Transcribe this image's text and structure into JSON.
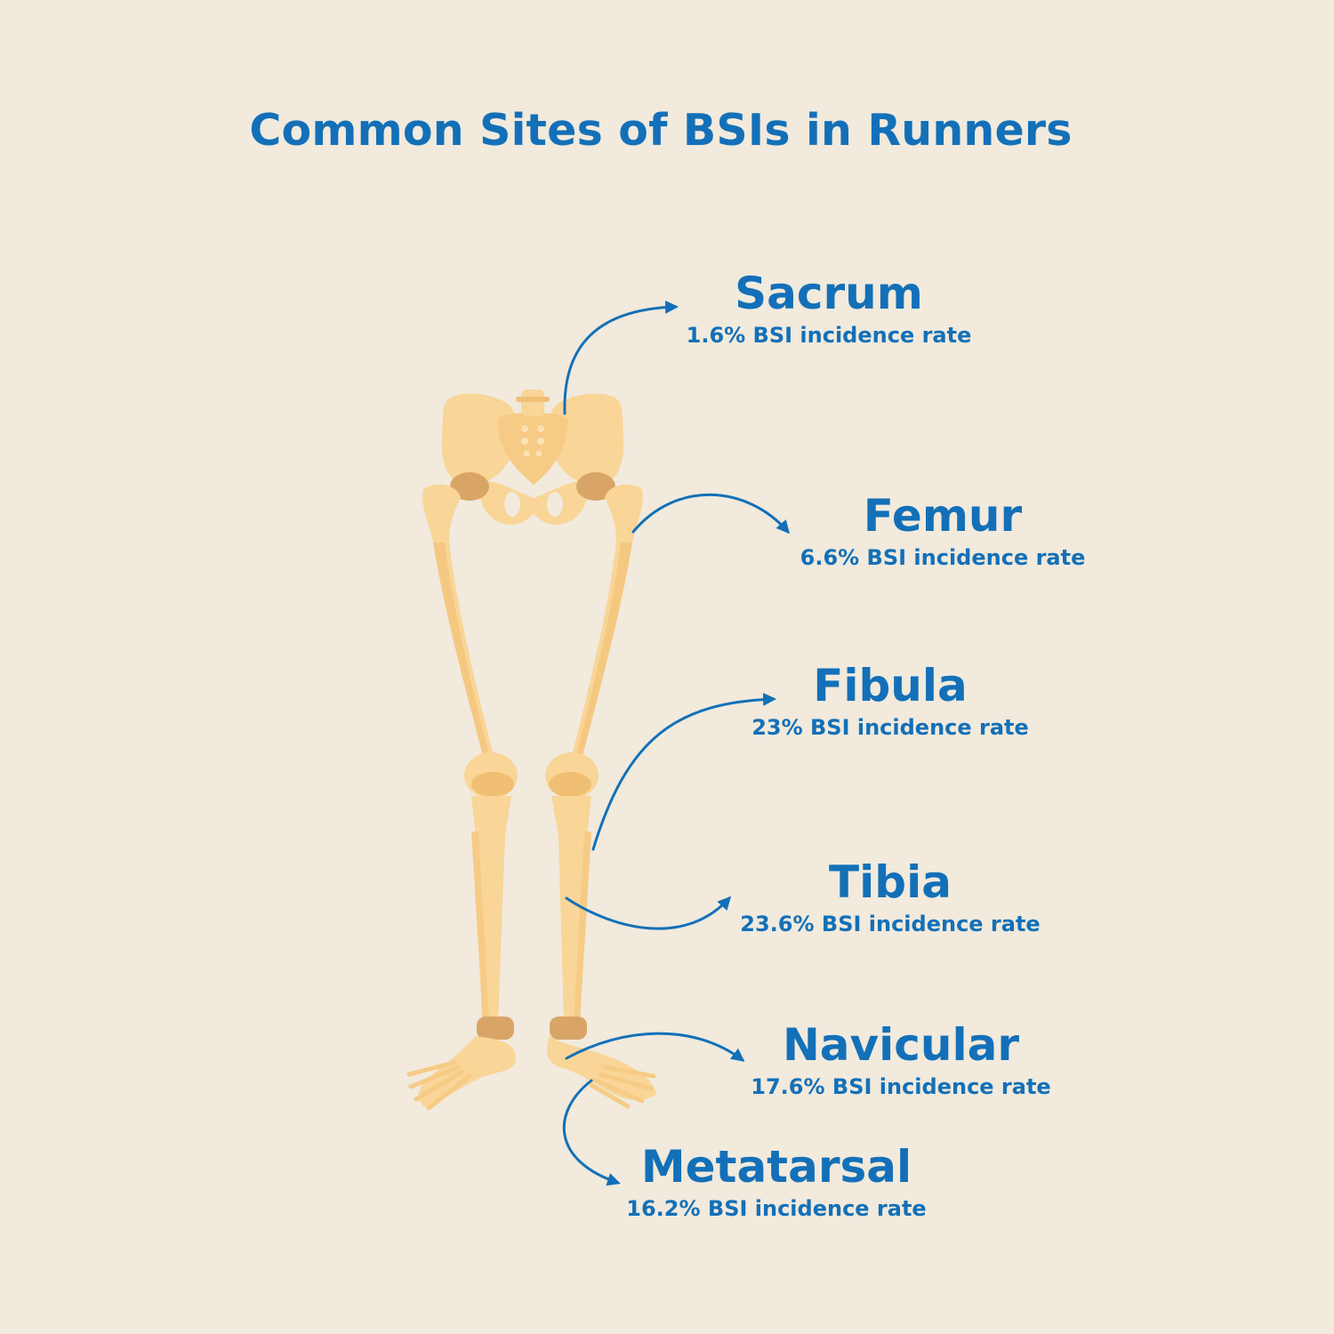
{
  "title": "Common Sites of BSIs in Runners",
  "colors": {
    "background": "#F1EADD",
    "accent": "#1370B8",
    "bone": "#F9D597",
    "bone_shade": "#F1BF73",
    "joint": "#D9A567"
  },
  "sites": {
    "sacrum": {
      "name": "Sacrum",
      "rate": "1.6% BSI incidence rate"
    },
    "femur": {
      "name": "Femur",
      "rate": "6.6% BSI incidence rate"
    },
    "fibula": {
      "name": "Fibula",
      "rate": "23% BSI incidence rate"
    },
    "tibia": {
      "name": "Tibia",
      "rate": "23.6% BSI incidence rate"
    },
    "navicular": {
      "name": "Navicular",
      "rate": "17.6% BSI incidence rate"
    },
    "metatarsal": {
      "name": "Metatarsal",
      "rate": "16.2% BSI incidence rate"
    }
  }
}
